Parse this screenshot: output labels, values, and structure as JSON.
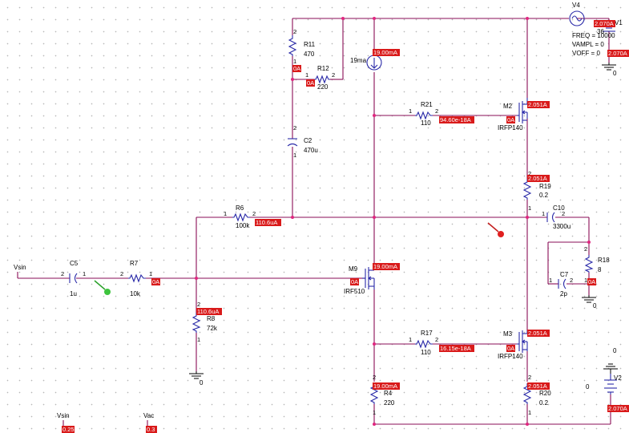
{
  "components": {
    "r11": {
      "name": "R11",
      "value": "470",
      "pin_top": "2",
      "pin_bottom": "1"
    },
    "r12": {
      "name": "R12",
      "value": "220",
      "pin_left": "1",
      "pin_right": "2"
    },
    "c2": {
      "name": "C2",
      "value": "470u",
      "pin_top": "2",
      "pin_bottom": "1"
    },
    "r6": {
      "name": "R6",
      "value": "100k",
      "pin_left": "1",
      "pin_right": "2"
    },
    "r21": {
      "name": "R21",
      "value": "110",
      "pin_left": "1",
      "pin_right": "2"
    },
    "m2": {
      "name": "M2",
      "part": "IRFP140"
    },
    "r19": {
      "name": "R19",
      "value": "0.2",
      "pin_top": "2",
      "pin_bottom": "1"
    },
    "c10": {
      "name": "C10",
      "value": "3300u",
      "pin_left": "1",
      "pin_right": "2"
    },
    "r18": {
      "name": "R18",
      "value": "8",
      "pin_top": "2",
      "pin_bottom": "1"
    },
    "c7": {
      "name": "C7",
      "value": "2p",
      "pin_left": "1",
      "pin_right": "2"
    },
    "c5": {
      "name": "C5",
      "value": "1u",
      "pin_left": "2",
      "pin_right": "1"
    },
    "r7": {
      "name": "R7",
      "value": "10k",
      "pin_left": "2",
      "pin_right": "1"
    },
    "m9": {
      "name": "M9",
      "part": "IRF510"
    },
    "r8": {
      "name": "R8",
      "value": "72k",
      "pin_top": "2",
      "pin_bottom": "1"
    },
    "r17": {
      "name": "R17",
      "value": "110",
      "pin_left": "1",
      "pin_right": "2"
    },
    "m3": {
      "name": "M3",
      "part": "IRFP140"
    },
    "r4": {
      "name": "R4",
      "value": "220",
      "pin_top": "2",
      "pin_bottom": "1"
    },
    "r20": {
      "name": "R20",
      "value": "0.2",
      "pin_top": "2",
      "pin_bottom": "1"
    },
    "i_source": {
      "value": "19ma"
    },
    "v4": {
      "name": "V4",
      "freq": "FREQ = 10000",
      "vampl": "VAMPL = 0",
      "voff": "VOFF = 0"
    },
    "v1": {
      "name": "V1",
      "value": "36"
    },
    "v2": {
      "name": "V2",
      "value": "0"
    }
  },
  "nets": {
    "vsin": "Vsin",
    "vsin_probe": "Vsin",
    "vac_probe": "Vac",
    "ground": "0"
  },
  "probes": {
    "r11": "0A",
    "r12": "0A",
    "isrc": "19.00mA",
    "r21": "94.60e-18A",
    "m2_gate": "0A",
    "m2_drain": "2.051A",
    "r19": "2.051A",
    "r6": "110.6uA",
    "m9_drain": "19.00mA",
    "m9_gate": "0A",
    "r7": "0A",
    "r8": "110.6uA",
    "r17": "16.15e-18A",
    "m3_gate": "0A",
    "m3_drain": "2.051A",
    "r4": "19.00mA",
    "r20": "2.051A",
    "r18": "0A",
    "v4": "2.070A",
    "v1": "2.070A",
    "v2": "2.070A",
    "vsin_probe": "0.25",
    "vac_probe": "0.3"
  },
  "colors": {
    "wire": "#8a0d57",
    "component": "#2a2aa8",
    "probe_badge": "#d91a1a",
    "junction": "#e0267f",
    "background": "#ffffff"
  }
}
